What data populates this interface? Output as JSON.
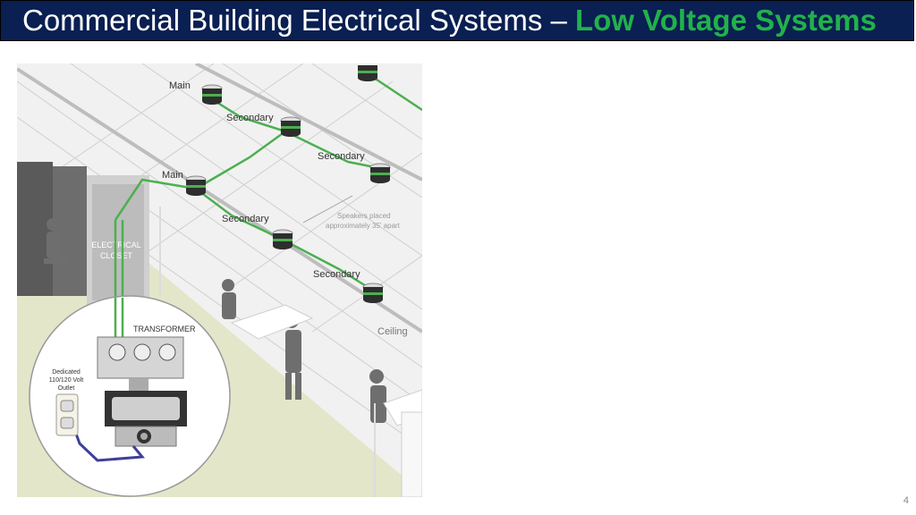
{
  "slide": {
    "title_prefix": "Commercial Building Electrical Systems – ",
    "title_highlight": "Low Voltage Systems",
    "page_number": "4"
  },
  "diagram": {
    "labels": {
      "main_1": "Main",
      "secondary_1": "Secondary",
      "secondary_2": "Secondary",
      "main_2": "Main",
      "secondary_3": "Secondary",
      "secondary_4": "Secondary",
      "speakers_line1": "Speakers placed",
      "speakers_line2": "approximately 35' apart",
      "electrical_closet_line1": "ELECTRICAL",
      "electrical_closet_line2": "CLOSET",
      "transformer": "TRANSFORMER",
      "outlet_line1": "Dedicated",
      "outlet_line2": "110/120 Volt",
      "outlet_line3": "Outlet",
      "ceiling": "Ceiling"
    },
    "colors": {
      "wire": "#4caf50",
      "outlet_cord": "#3f3f9a",
      "title_bg": "#0a1f52",
      "title_highlight": "#21b24b"
    }
  }
}
